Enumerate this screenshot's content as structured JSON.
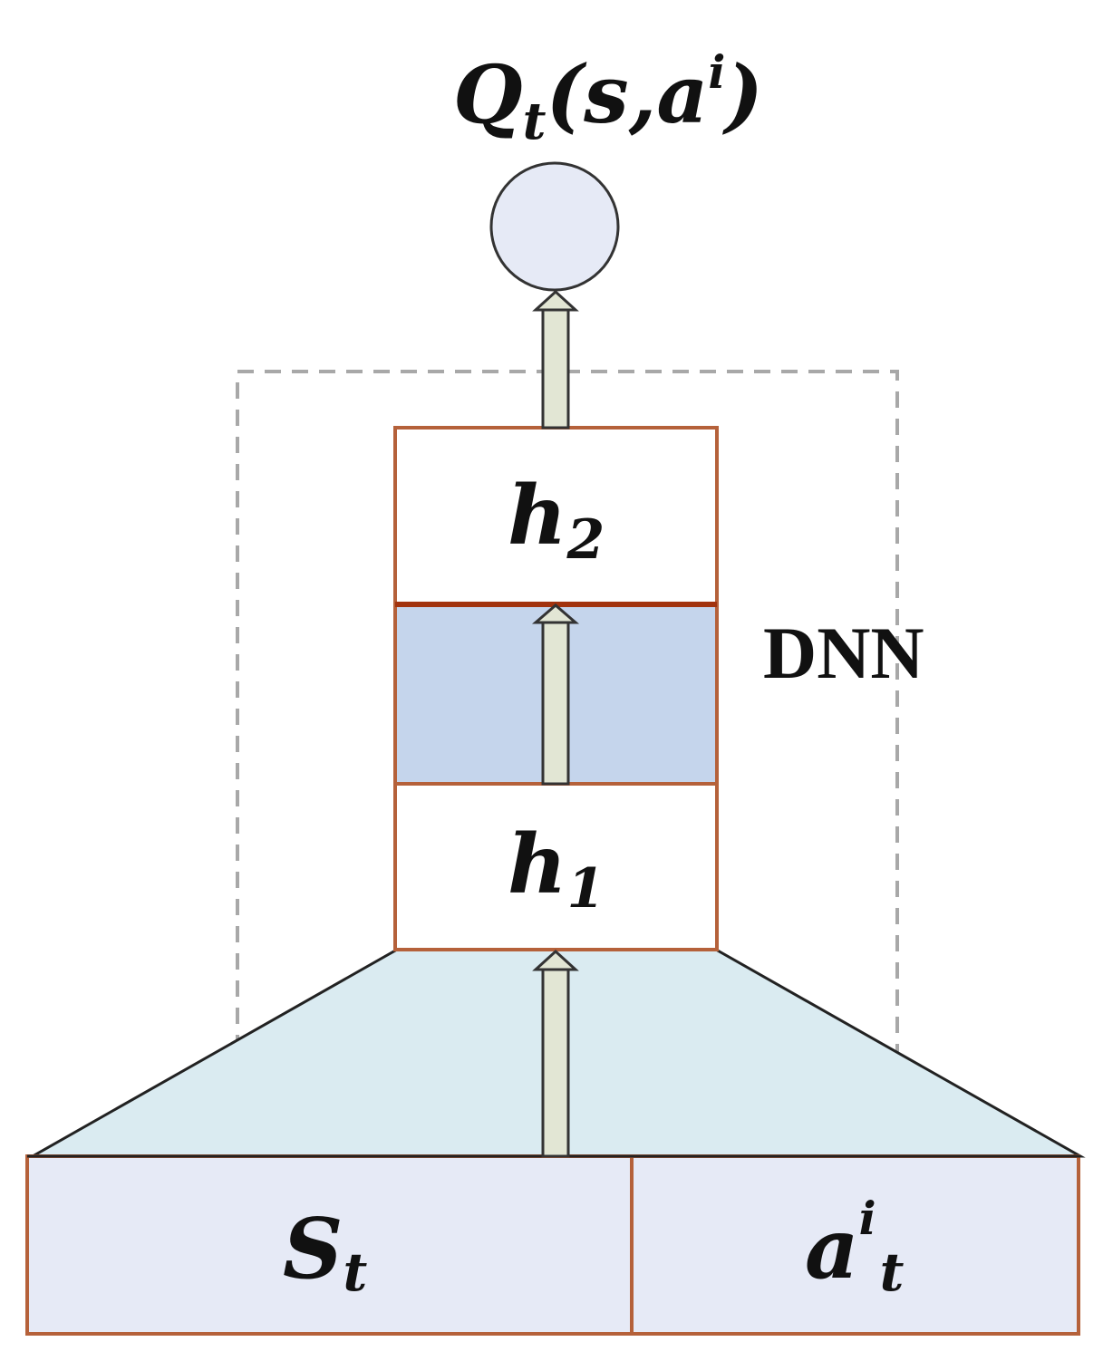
{
  "output": {
    "Q": "Q",
    "Q_sub": "t",
    "paren_open": "(s,a",
    "sup": "i",
    "paren_close": ")"
  },
  "layers": {
    "h2": {
      "base": "h",
      "sub": "2"
    },
    "h1": {
      "base": "h",
      "sub": "1"
    }
  },
  "dnn_label": "DNN",
  "inputs": {
    "state": {
      "base": "S",
      "sub": "t"
    },
    "action": {
      "base": "a",
      "sup": "i",
      "sub": "t"
    }
  },
  "colors": {
    "output_node": "#e6eaf6",
    "hidden_mid": "#c5d5ec",
    "trapezoid": "#daebf1",
    "input_box": "#e6eaf6",
    "box_border": "#b5613a",
    "arrow_fill": "#e2e6d4"
  }
}
